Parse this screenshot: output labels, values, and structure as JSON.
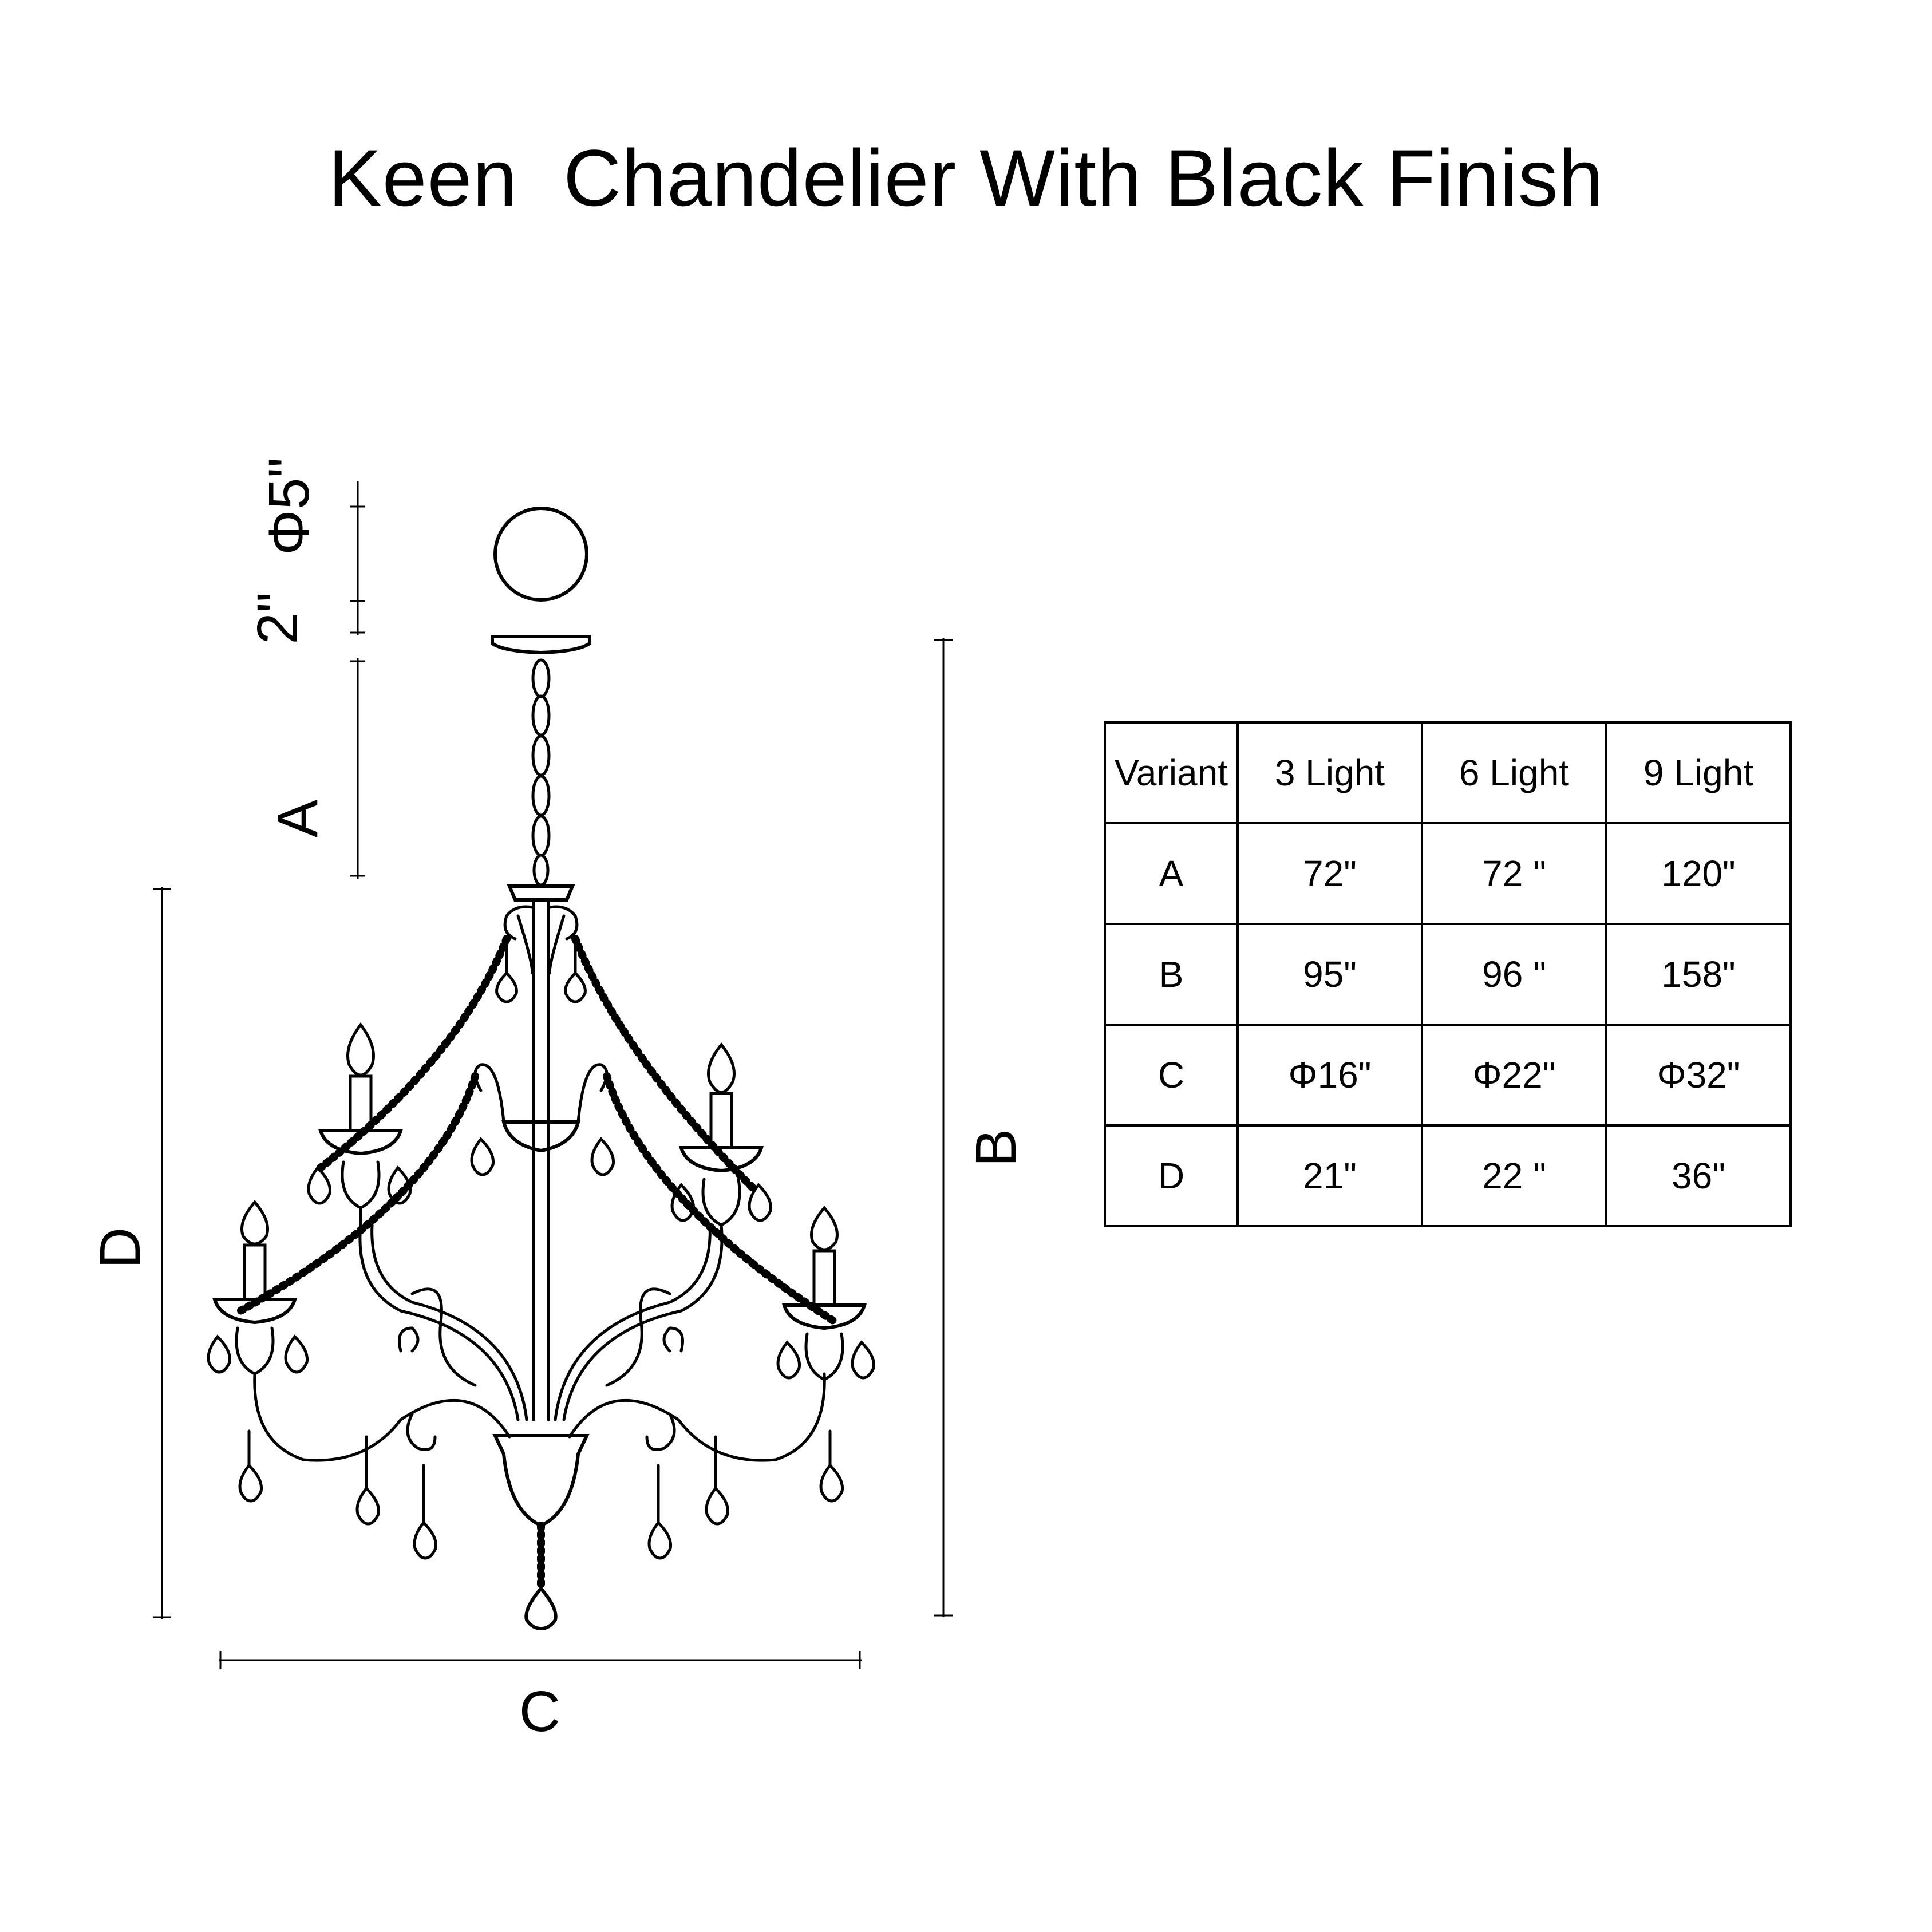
{
  "title": "Keen  Chandelier With Black Finish",
  "dimension_labels": {
    "canopy_diameter": "Φ5\"",
    "canopy_height": "2\"",
    "a": "A",
    "b": "B",
    "c": "C",
    "d": "D"
  },
  "table": {
    "headers": [
      "Variant",
      "3 Light",
      "6 Light",
      "9 Light"
    ],
    "rows": [
      [
        "A",
        "72\"",
        "72 \"",
        "120\""
      ],
      [
        "B",
        "95\"",
        "96 \"",
        "158\""
      ],
      [
        "C",
        "Φ16\"",
        "Φ22\"",
        "Φ32\""
      ],
      [
        "D",
        "21\"",
        "22 \"",
        "36\""
      ]
    ]
  }
}
